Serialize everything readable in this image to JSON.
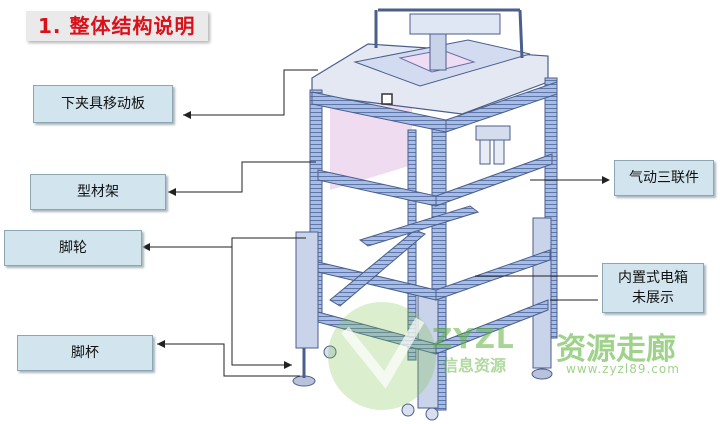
{
  "title": "1. 整体结构说明",
  "callouts": {
    "lower_fixture_plate": "下夹具移动板",
    "profile_frame": "型材架",
    "caster": "脚轮",
    "foot_cup": "脚杯",
    "pneumatic_triplet": "气动三联件",
    "electrical_box_line1": "内置式电箱",
    "electrical_box_line2": "未展示"
  },
  "watermark": {
    "brand": "ZYZL",
    "subtitle": "信息资源",
    "cn_name": "资源走廊",
    "url": "www.zyzl89.com"
  },
  "colors": {
    "title_text": "#d9111b",
    "callout_bg": "#d2e5ee",
    "frame_blue": "#7f97c7",
    "watermark_green": "#7cc24a"
  }
}
